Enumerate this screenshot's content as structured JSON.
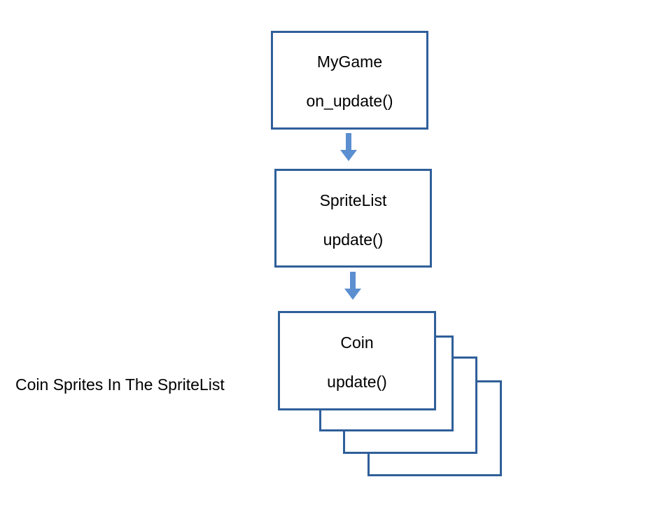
{
  "diagram": {
    "mygame": {
      "name": "MyGame",
      "method": "on_update()"
    },
    "spritelist": {
      "name": "SpriteList",
      "method": "update()"
    },
    "coin": {
      "name": "Coin",
      "method": "update()"
    },
    "caption": "Coin Sprites In The SpriteList",
    "colors": {
      "box_border": "#2f5f9a",
      "arrow": "#5b8fd0",
      "text": "#000000"
    }
  }
}
